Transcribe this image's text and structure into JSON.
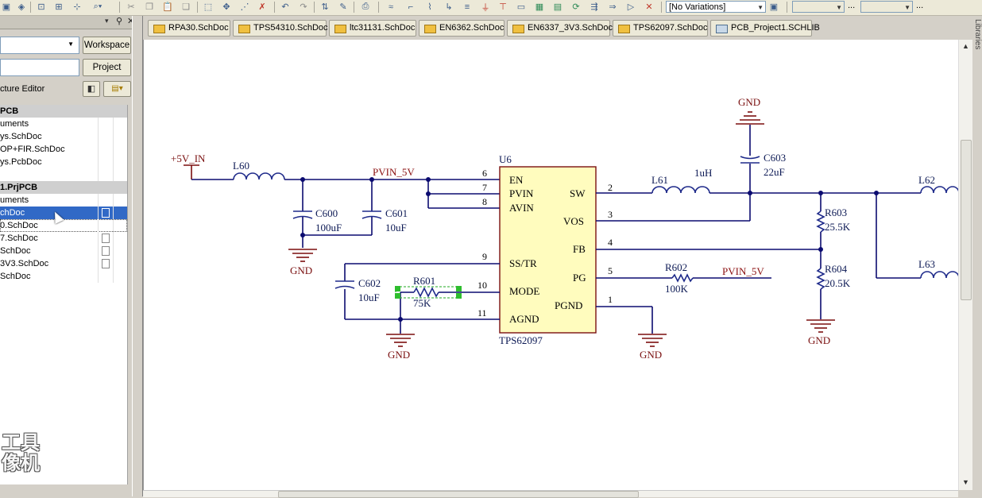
{
  "toolbar": {
    "variations_label": "[No Variations]",
    "combo2": "",
    "combo3": "",
    "ellipsis1": "...",
    "ellipsis2": "..."
  },
  "left_panel": {
    "workspace_button": "Workspace",
    "project_button": "Project",
    "structure_editor_label": "cture Editor",
    "rows": [
      {
        "label": "PCB",
        "kind": "header"
      },
      {
        "label": "uments",
        "kind": "item"
      },
      {
        "label": "ys.SchDoc",
        "kind": "item"
      },
      {
        "label": "OP+FIR.SchDoc",
        "kind": "item"
      },
      {
        "label": "ys.PcbDoc",
        "kind": "item"
      },
      {
        "label": "",
        "kind": "blank"
      },
      {
        "label": "1.PrjPCB",
        "kind": "header"
      },
      {
        "label": "uments",
        "kind": "item"
      },
      {
        "label": "chDoc",
        "kind": "selected"
      },
      {
        "label": "0.SchDoc",
        "kind": "focus"
      },
      {
        "label": "7.SchDoc",
        "kind": "item"
      },
      {
        "label": "SchDoc",
        "kind": "item"
      },
      {
        "label": "3V3.SchDoc",
        "kind": "item"
      },
      {
        "label": "SchDoc",
        "kind": "item"
      }
    ],
    "watermark": "工具\n像机"
  },
  "tabs": [
    {
      "label": "RPA30.SchDoc",
      "icon": "schematic-icon"
    },
    {
      "label": "TPS54310.SchDoc",
      "icon": "schematic-icon"
    },
    {
      "label": "ltc31131.SchDoc",
      "icon": "schematic-icon"
    },
    {
      "label": "EN6362.SchDoc",
      "icon": "schematic-icon"
    },
    {
      "label": "EN6337_3V3.SchDoc",
      "icon": "schematic-icon"
    },
    {
      "label": "TPS62097.SchDoc",
      "icon": "schematic-icon"
    },
    {
      "label": "PCB_Project1.SCHLIB",
      "icon": "schlib-icon"
    }
  ],
  "right_strip": {
    "label": "Libraries"
  },
  "schematic": {
    "power_5v": "+5V_IN",
    "net_pvin_top": "PVIN_5V",
    "net_pvin_pg": "PVIN_5V",
    "L60": {
      "ref": "L60"
    },
    "L61": {
      "ref": "L61",
      "value": "1uH"
    },
    "L62": {
      "ref": "L62"
    },
    "L63": {
      "ref": "L63"
    },
    "C600": {
      "ref": "C600",
      "value": "100uF"
    },
    "C601": {
      "ref": "C601",
      "value": "10uF"
    },
    "C602": {
      "ref": "C602",
      "value": "10uF"
    },
    "C603": {
      "ref": "C603",
      "value": "22uF"
    },
    "R601": {
      "ref": "R601",
      "value": "75K"
    },
    "R602": {
      "ref": "R602",
      "value": "100K"
    },
    "R603": {
      "ref": "R603",
      "value": "25.5K"
    },
    "R604": {
      "ref": "R604",
      "value": "20.5K"
    },
    "U6": {
      "ref": "U6",
      "part": "TPS62097",
      "left_pins": [
        {
          "num": "6",
          "name": "EN"
        },
        {
          "num": "7",
          "name": "PVIN"
        },
        {
          "num": "8",
          "name": "AVIN"
        },
        {
          "num": "9",
          "name": "SS/TR"
        },
        {
          "num": "10",
          "name": "MODE"
        },
        {
          "num": "11",
          "name": "AGND"
        }
      ],
      "right_pins": [
        {
          "num": "2",
          "name": "SW"
        },
        {
          "num": "3",
          "name": "VOS"
        },
        {
          "num": "4",
          "name": "FB"
        },
        {
          "num": "5",
          "name": "PG"
        },
        {
          "num": "1",
          "name": "PGND"
        }
      ]
    },
    "gnd": "GND"
  }
}
